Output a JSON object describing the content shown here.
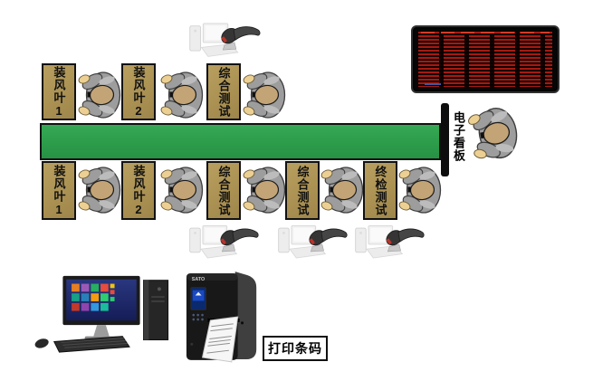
{
  "diagram": {
    "title": "assembly line with barcode stations",
    "top_row": {
      "stations": [
        {
          "label": "装风叶1"
        },
        {
          "label": "装风叶2"
        },
        {
          "label": "综合测试"
        }
      ]
    },
    "bottom_row": {
      "stations": [
        {
          "label": "装风叶1"
        },
        {
          "label": "装风叶2"
        },
        {
          "label": "综合测试"
        },
        {
          "label": "综合测试"
        },
        {
          "label": "终检测试"
        }
      ]
    },
    "kanban_label": "电子看板",
    "printer_caption": "打印条码",
    "colors": {
      "conveyor_green": "#2e9e4c",
      "station_fill": "#ab9253",
      "station_border": "#121212",
      "led_red": "#ba1e13",
      "led_frame": "#070707",
      "worker_body_gray": "#9d9d9d",
      "worker_skin": "#c3a476"
    },
    "icons": {
      "worker": "person-top-view-icon",
      "pc_scanner": "computer-with-barcode-scanner-icon",
      "led_board": "led-dot-matrix-display",
      "desktop": "desktop-computer-icon",
      "printer": "label-printer-icon"
    }
  }
}
